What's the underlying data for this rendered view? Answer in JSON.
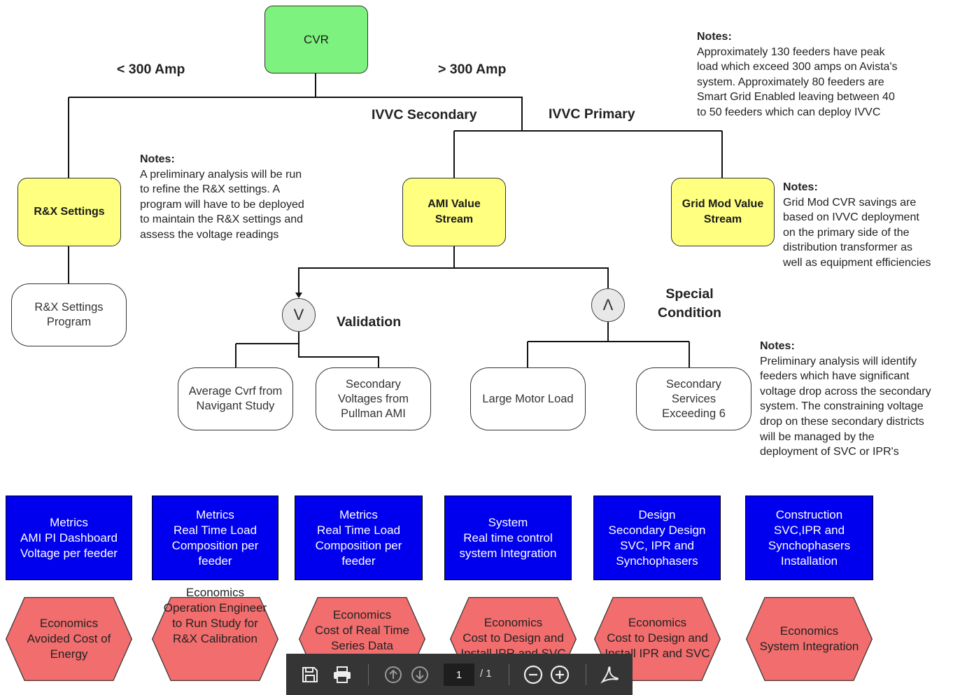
{
  "diagram": {
    "root": "CVR",
    "branch_labels": {
      "less_300": "< 300 Amp",
      "more_300": "> 300 Amp",
      "ivvc_secondary": "IVVC Secondary",
      "ivvc_primary": "IVVC Primary",
      "validation": "Validation",
      "special_condition": "Special\nCondition"
    },
    "nodes": {
      "rx_settings": "R&X Settings",
      "ami_value_stream": "AMI Value\nStream",
      "grid_mod_value_stream": "Grid Mod Value\nStream",
      "rx_program": "R&X Settings\nProgram",
      "avg_cvrf": "Average Cvrf from\nNavigant Study",
      "secondary_voltages": "Secondary\nVoltages from\nPullman AMI",
      "large_motor_load": "Large Motor Load",
      "secondary_services": "Secondary\nServices\nExceeding 6"
    },
    "gates": {
      "or_gate": "V",
      "and_gate": "Λ"
    },
    "notes": [
      {
        "title": "Notes:",
        "body": "Approximately 130 feeders have peak\nload which exceed 300 amps on Avista's\nsystem. Approximately 80 feeders are\nSmart Grid Enabled leaving between 40\nto 50 feeders which can deploy IVVC"
      },
      {
        "title": "Notes:",
        "body": "A preliminary analysis will be run\nto refine the R&X settings. A\nprogram will have to be deployed\nto maintain the R&X settings and\nassess the voltage readings"
      },
      {
        "title": "Notes:",
        "body": "Grid Mod CVR savings are\nbased on IVVC deployment\non the primary side of the\ndistribution transformer as\nwell as equipment efficiencies"
      },
      {
        "title": "Notes:",
        "body": "Preliminary analysis will identify\nfeeders which have significant\nvoltage drop across the secondary\nsystem. The constraining voltage\ndrop on these secondary districts\nwill be managed by the\ndeployment of SVC or IPR's"
      }
    ],
    "metrics": [
      "Metrics\nAMI PI Dashboard\nVoltage per feeder",
      "Metrics\nReal Time Load\nComposition per\nfeeder",
      "Metrics\nReal Time Load\nComposition per\nfeeder",
      "System\nReal time control\nsystem Integration",
      "Design\nSecondary Design\nSVC, IPR and\nSynchophasers",
      "Construction\nSVC,IPR and\nSynchophasers\nInstallation"
    ],
    "economics": [
      "Economics\nAvoided Cost of\nEnergy",
      "Economics\nOperation Engineer\nto Run Study for\nR&X Calibration",
      "Economics\nCost of Real Time\nSeries Data",
      "Economics\nCost to Design and\nInstall IPR and SVC",
      "Economics\nCost to Design and\nInstall IPR and SVC",
      "Economics\nSystem Integration"
    ],
    "colors": {
      "root": "#7ef27e",
      "value_stream": "#ffff80",
      "metric": "#0000ee",
      "economics": "#f26d6d"
    }
  },
  "toolbar": {
    "page_current": "1",
    "page_total": "/ 1",
    "icons": [
      "save-icon",
      "print-icon",
      "page-up-icon",
      "page-down-icon",
      "zoom-out-icon",
      "zoom-in-icon",
      "acrobat-icon"
    ]
  }
}
